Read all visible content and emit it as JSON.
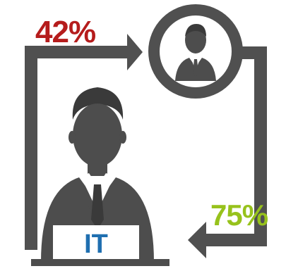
{
  "flow": {
    "outgoing_percentage": "42%",
    "return_percentage": "75%",
    "desk_label": "IT"
  },
  "colors": {
    "outgoing_percentage": "#b51c1c",
    "return_percentage": "#97c21c",
    "desk_label": "#1f6fb0",
    "arrow": "#505050",
    "figure": "#4d4d4d",
    "desk_panel": "#ffffff"
  },
  "icons": {
    "person_large": "businessman-icon",
    "person_small": "businessman-avatar-icon",
    "arrow_out": "arrow-right-icon",
    "arrow_back": "arrow-left-icon"
  }
}
